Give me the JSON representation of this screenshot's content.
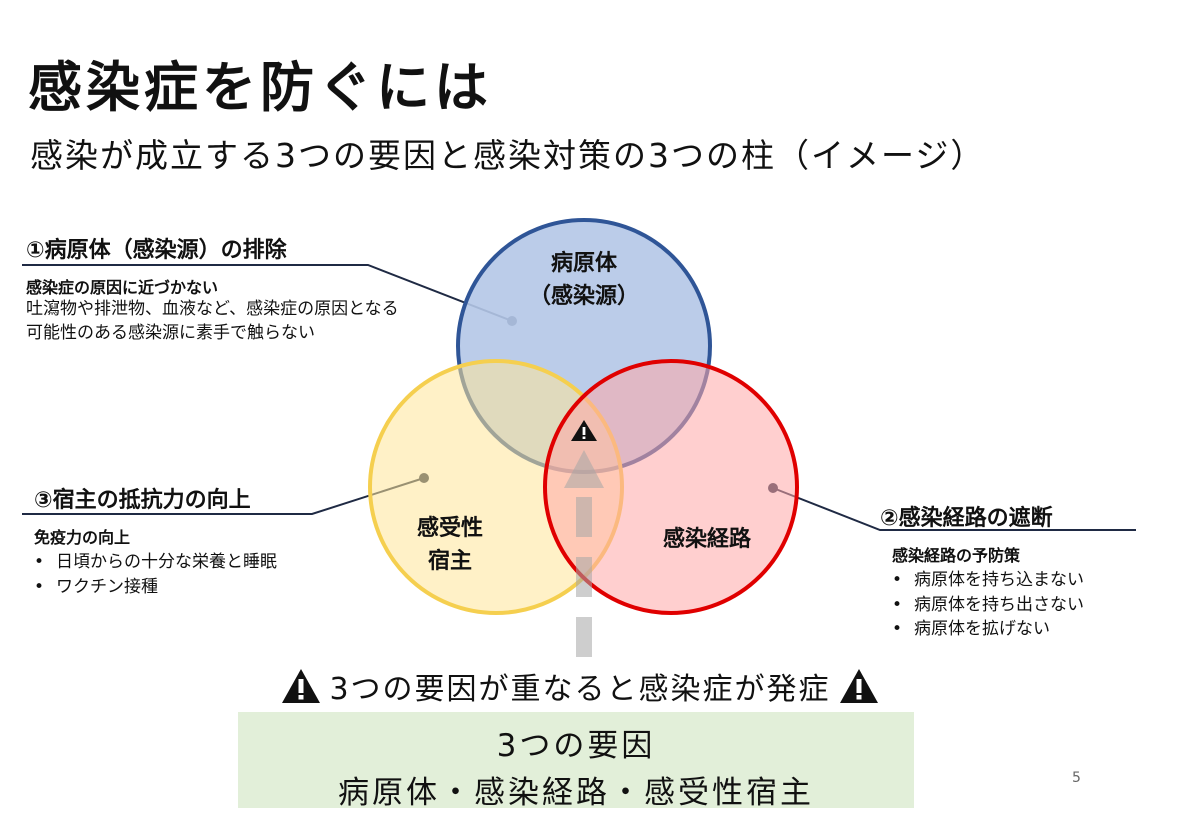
{
  "slide": {
    "title": "感染症を防ぐには",
    "subtitle": "感染が成立する3つの要因と感染対策の3つの柱（イメージ）",
    "page_number": "5"
  },
  "circles": {
    "pathogen": {
      "line1": "病原体",
      "line2": "（感染源）",
      "fill": "#b4c6e7",
      "stroke": "#2f5597"
    },
    "route": {
      "line1": "感染経路",
      "fill": "#ffa7a7",
      "stroke": "#e00000"
    },
    "host": {
      "line1": "感受性",
      "line2": "宿主",
      "fill": "#ffe699",
      "stroke": "#f5cf4f"
    }
  },
  "pillars": {
    "pathogen": {
      "heading": "①病原体（感染源）の排除",
      "sub": "感染症の原因に近づかない",
      "body": "吐瀉物や排泄物、血液など、感染症の原因となる可能性のある感染源に素手で触らない"
    },
    "host": {
      "heading": "③宿主の抵抗力の向上",
      "sub": "免疫力の向上",
      "items": [
        "日頃からの十分な栄養と睡眠",
        "ワクチン接種"
      ]
    },
    "route": {
      "heading": "②感染経路の遮断",
      "sub": "感染経路の予防策",
      "items": [
        "病原体を持ち込まない",
        "病原体を持ち出さない",
        "病原体を拡げない"
      ]
    }
  },
  "banner": {
    "text": "3つの要因が重なると感染症が発症",
    "icon": "warning-icon"
  },
  "summary": {
    "line1": "3つの要因",
    "line2": "病原体・感染経路・感受性宿主",
    "background": "#e2efd9"
  },
  "bullet_char": "•"
}
